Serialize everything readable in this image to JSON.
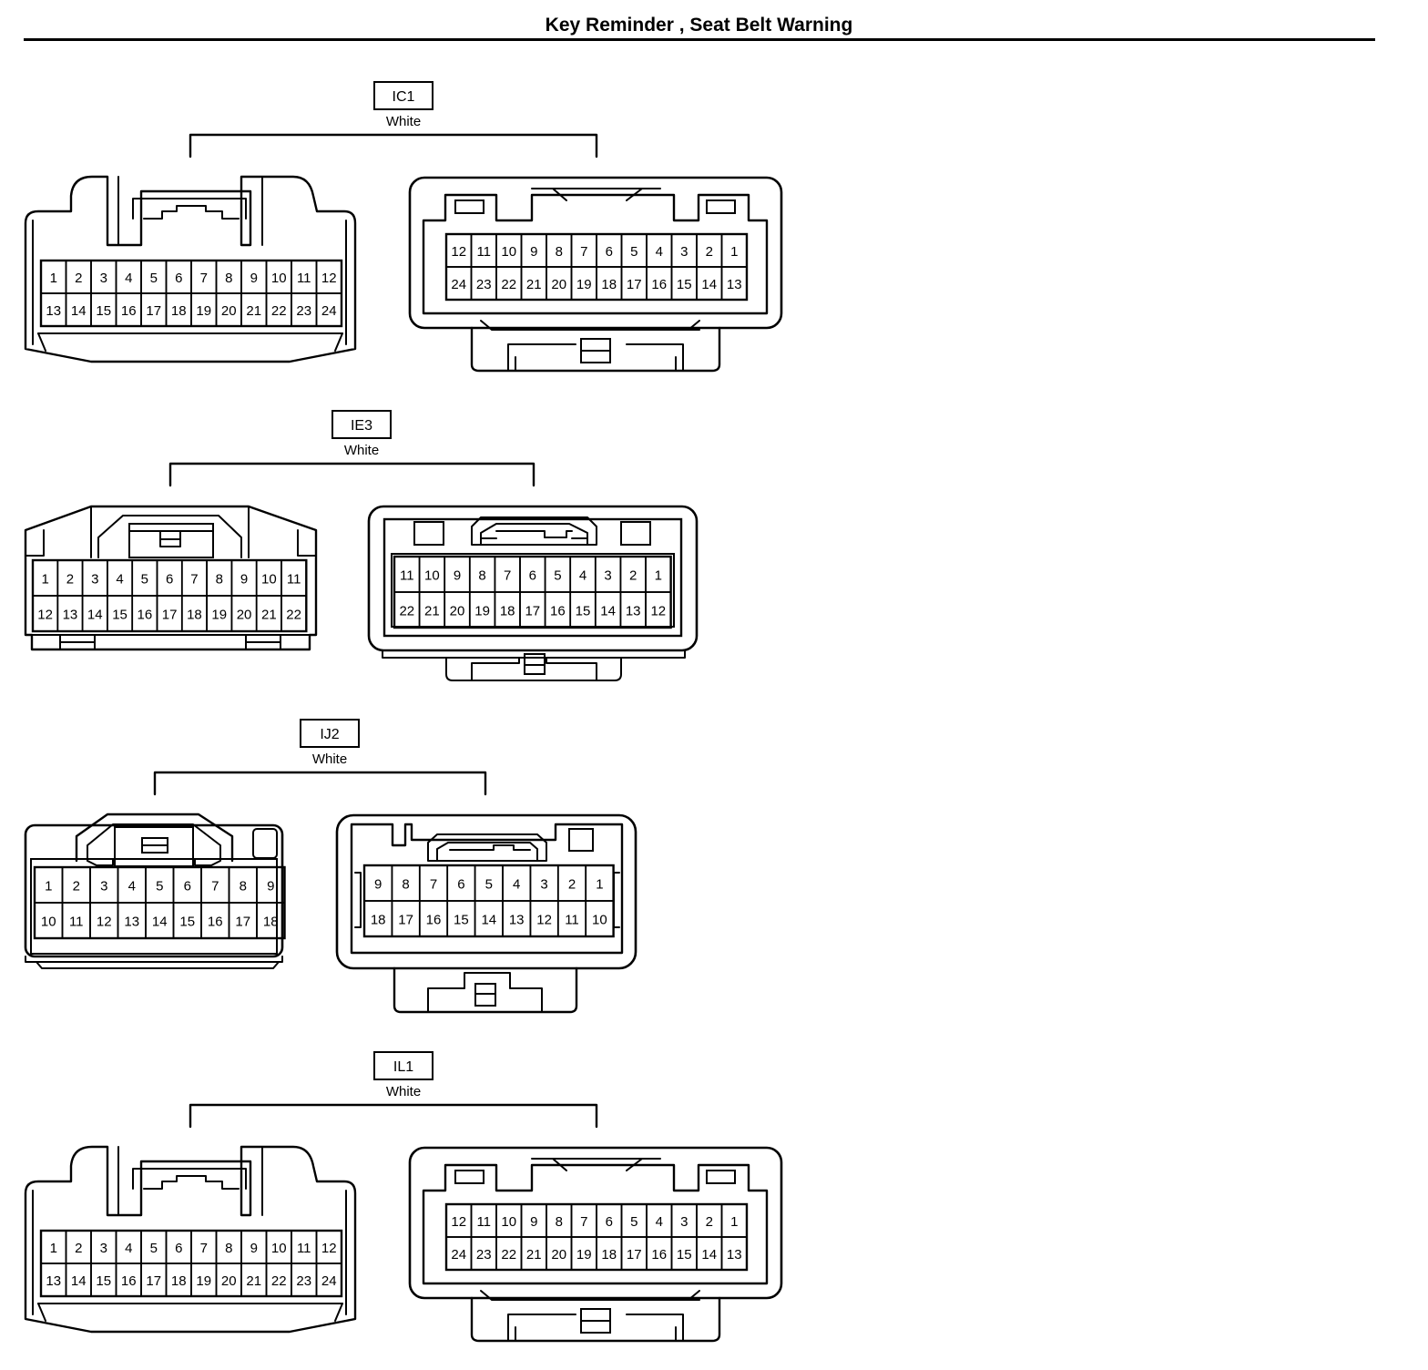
{
  "title": "Key Reminder , Seat Belt Warning",
  "connectors": [
    {
      "id": "IC1",
      "color": "White",
      "male_pins": [
        [
          "1",
          "2",
          "3",
          "4",
          "5",
          "6",
          "7",
          "8",
          "9",
          "10",
          "11",
          "12"
        ],
        [
          "13",
          "14",
          "15",
          "16",
          "17",
          "18",
          "19",
          "20",
          "21",
          "22",
          "23",
          "24"
        ]
      ],
      "female_pins": [
        [
          "12",
          "11",
          "10",
          "9",
          "8",
          "7",
          "6",
          "5",
          "4",
          "3",
          "2",
          "1"
        ],
        [
          "24",
          "23",
          "22",
          "21",
          "20",
          "19",
          "18",
          "17",
          "16",
          "15",
          "14",
          "13"
        ]
      ]
    },
    {
      "id": "IE3",
      "color": "White",
      "male_pins": [
        [
          "1",
          "2",
          "3",
          "4",
          "5",
          "6",
          "7",
          "8",
          "9",
          "10",
          "11"
        ],
        [
          "12",
          "13",
          "14",
          "15",
          "16",
          "17",
          "18",
          "19",
          "20",
          "21",
          "22"
        ]
      ],
      "female_pins": [
        [
          "11",
          "10",
          "9",
          "8",
          "7",
          "6",
          "5",
          "4",
          "3",
          "2",
          "1"
        ],
        [
          "22",
          "21",
          "20",
          "19",
          "18",
          "17",
          "16",
          "15",
          "14",
          "13",
          "12"
        ]
      ]
    },
    {
      "id": "IJ2",
      "color": "White",
      "male_pins": [
        [
          "1",
          "2",
          "3",
          "4",
          "5",
          "6",
          "7",
          "8",
          "9"
        ],
        [
          "10",
          "11",
          "12",
          "13",
          "14",
          "15",
          "16",
          "17",
          "18"
        ]
      ],
      "female_pins": [
        [
          "9",
          "8",
          "7",
          "6",
          "5",
          "4",
          "3",
          "2",
          "1"
        ],
        [
          "18",
          "17",
          "16",
          "15",
          "14",
          "13",
          "12",
          "11",
          "10"
        ]
      ]
    },
    {
      "id": "IL1",
      "color": "White",
      "male_pins": [
        [
          "1",
          "2",
          "3",
          "4",
          "5",
          "6",
          "7",
          "8",
          "9",
          "10",
          "11",
          "12"
        ],
        [
          "13",
          "14",
          "15",
          "16",
          "17",
          "18",
          "19",
          "20",
          "21",
          "22",
          "23",
          "24"
        ]
      ],
      "female_pins": [
        [
          "12",
          "11",
          "10",
          "9",
          "8",
          "7",
          "6",
          "5",
          "4",
          "3",
          "2",
          "1"
        ],
        [
          "24",
          "23",
          "22",
          "21",
          "20",
          "19",
          "18",
          "17",
          "16",
          "15",
          "14",
          "13"
        ]
      ]
    }
  ]
}
